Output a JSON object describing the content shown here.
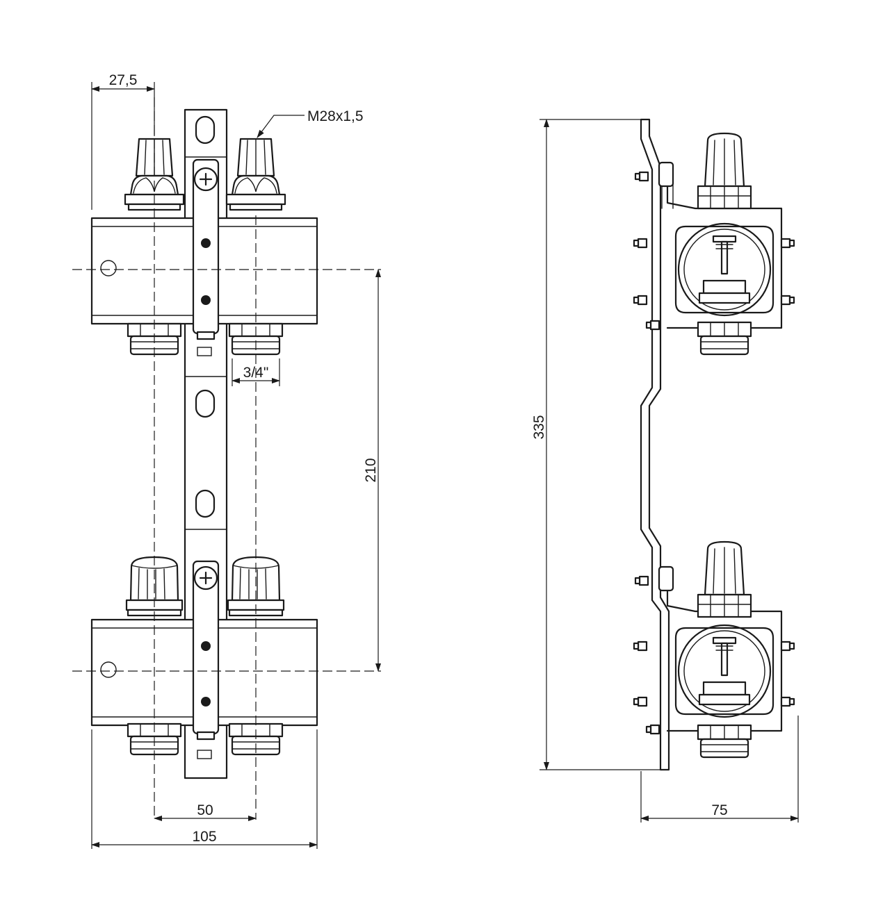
{
  "dimensions": {
    "knob_offset": "27,5",
    "thread": "M28x1,5",
    "outlet_thread": "3/4\"",
    "axis_distance": "210",
    "outlet_pitch": "50",
    "total_width": "105",
    "bracket_height": "335",
    "depth": "75"
  }
}
